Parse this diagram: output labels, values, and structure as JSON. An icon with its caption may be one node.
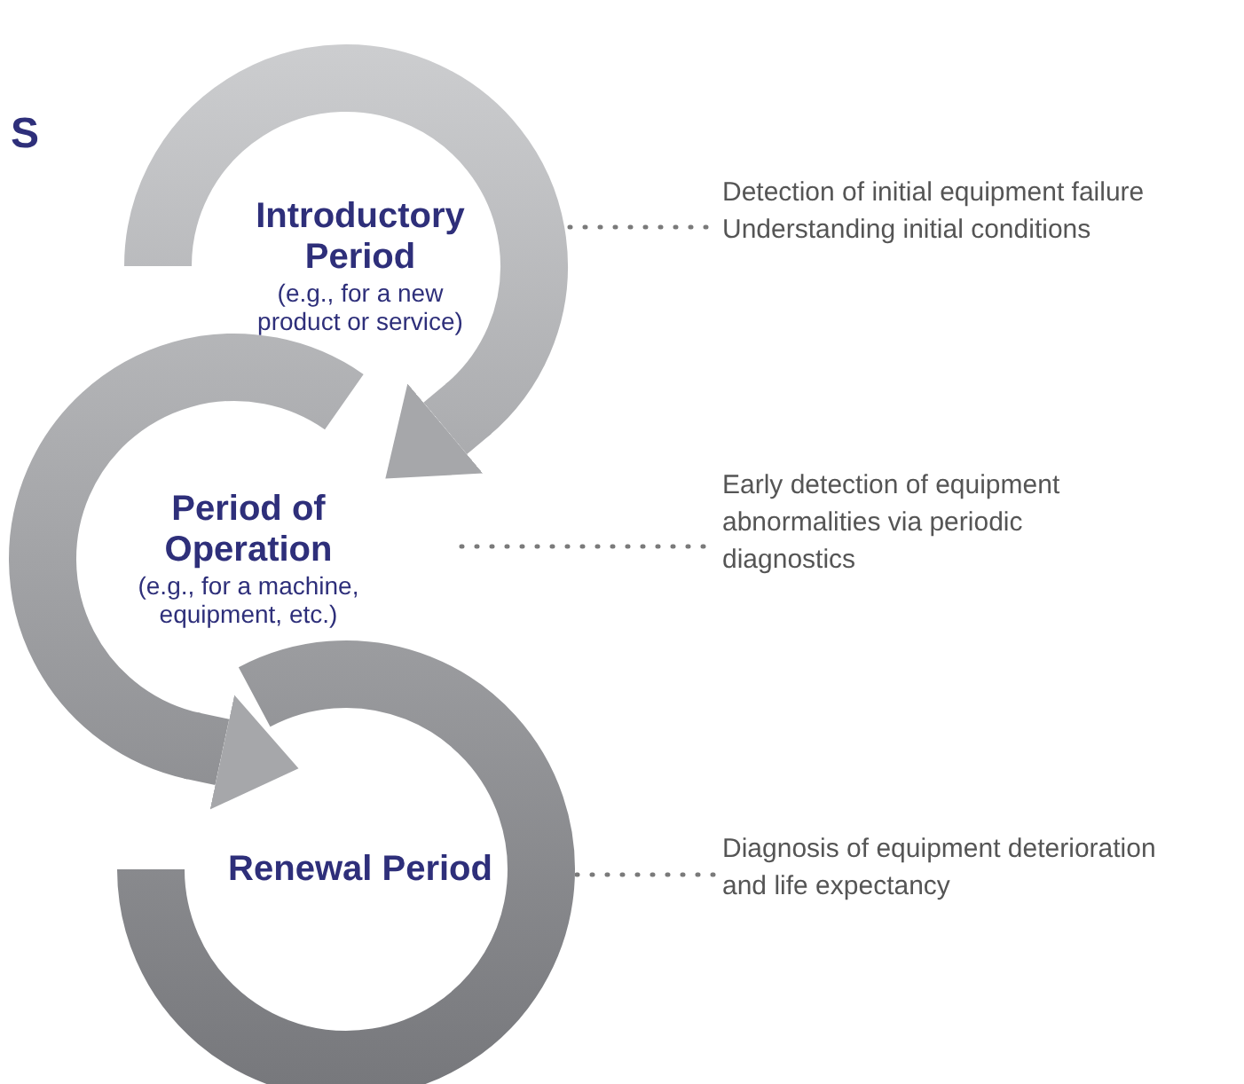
{
  "diagram": {
    "nodes": [
      {
        "text": [
          "Introductory Period",
          "(e.g., for a new product or service)"
        ]
      },
      {
        "text": [
          "Period of Operation",
          "(e.g., for a machine, equipment, etc.)"
        ]
      },
      {
        "text": [
          "Renewal Period"
        ]
      },
      {
        "text": [
          "Detection of initial equipment failure",
          "Understanding initial conditions"
        ]
      },
      {
        "text": [
          "Early detection of equipment abnormalities via periodic diagnostics"
        ]
      },
      {
        "text": [
          "Diagnosis of equipment deterioration and life expectancy"
        ]
      }
    ],
    "edges": [
      {
        "from": 0,
        "to": 1,
        "arrow": "to"
      },
      {
        "from": 1,
        "to": 2,
        "arrow": "to"
      },
      {
        "from": 0,
        "to": 3,
        "arrow": "none",
        "style": "dashed"
      },
      {
        "from": 1,
        "to": 4,
        "arrow": "none",
        "style": "dashed"
      },
      {
        "from": 2,
        "to": 5,
        "arrow": "none",
        "style": "dashed"
      }
    ],
    "labels": [
      "S"
    ]
  }
}
